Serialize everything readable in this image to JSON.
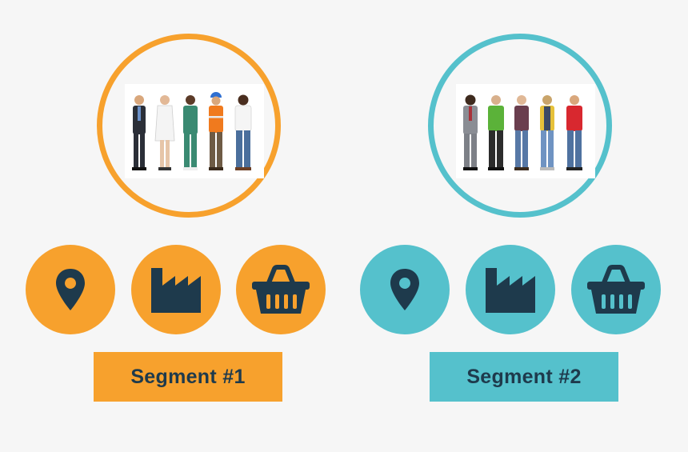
{
  "colors": {
    "segment_1_accent": "#f7a12d",
    "segment_2_accent": "#55c1cc",
    "icon_fill": "#1e3a4c"
  },
  "segments": [
    {
      "label": "Segment #1",
      "photo": "group-of-diverse-professionals",
      "icons": [
        "location-pin-icon",
        "factory-icon",
        "shopping-basket-icon"
      ]
    },
    {
      "label": "Segment #2",
      "photo": "group-of-casual-people",
      "icons": [
        "location-pin-icon",
        "factory-icon",
        "shopping-basket-icon"
      ]
    }
  ]
}
